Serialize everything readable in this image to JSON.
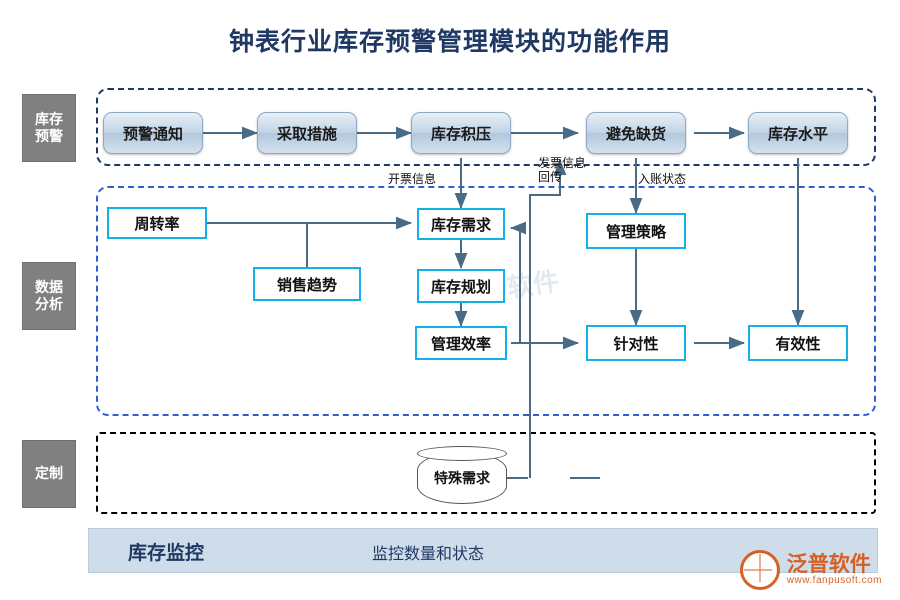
{
  "title": "钟表行业库存预警管理模块的功能作用",
  "stages": [
    {
      "id": "warning",
      "label": "库存\n预警"
    },
    {
      "id": "analysis",
      "label": "数据\n分析"
    },
    {
      "id": "custom",
      "label": "定制"
    }
  ],
  "warning_nodes": [
    {
      "id": "alert-notice",
      "label": "预警通知"
    },
    {
      "id": "take-measures",
      "label": "采取措施"
    },
    {
      "id": "stock-backlog",
      "label": "库存积压"
    },
    {
      "id": "avoid-shortage",
      "label": "避免缺货"
    },
    {
      "id": "stock-level",
      "label": "库存水平"
    }
  ],
  "analysis_nodes": [
    {
      "id": "turnover-rate",
      "label": "周转率"
    },
    {
      "id": "sales-trend",
      "label": "销售趋势"
    },
    {
      "id": "stock-demand",
      "label": "库存需求"
    },
    {
      "id": "stock-plan",
      "label": "库存规划"
    },
    {
      "id": "manage-efficiency",
      "label": "管理效率"
    },
    {
      "id": "manage-strategy",
      "label": "管理策略"
    },
    {
      "id": "targeted",
      "label": "针对性"
    },
    {
      "id": "effectiveness",
      "label": "有效性"
    }
  ],
  "custom_nodes": [
    {
      "id": "special-demand",
      "label": "特殊需求"
    }
  ],
  "edge_labels": [
    {
      "id": "invoice-issue",
      "text": "开票信息"
    },
    {
      "id": "invoice-return",
      "text": "发票信息\n回传"
    },
    {
      "id": "booking-status",
      "text": "入账状态"
    }
  ],
  "footer": {
    "title": "库存监控",
    "subtitle": "监控数量和状态"
  },
  "watermark": {
    "name": "泛普软件",
    "url": "www.fanpusoft.com",
    "faint": "泛普软件"
  },
  "colors": {
    "title": "#1f3864",
    "stage_bg": "#808080",
    "node_border_cyan": "#12b0e8",
    "region_warn": "#1f3864",
    "region_data": "#2f5fcf",
    "region_custom": "#000000",
    "footer_bg": "#cfdcea",
    "brand_orange": "#d85a1a"
  }
}
